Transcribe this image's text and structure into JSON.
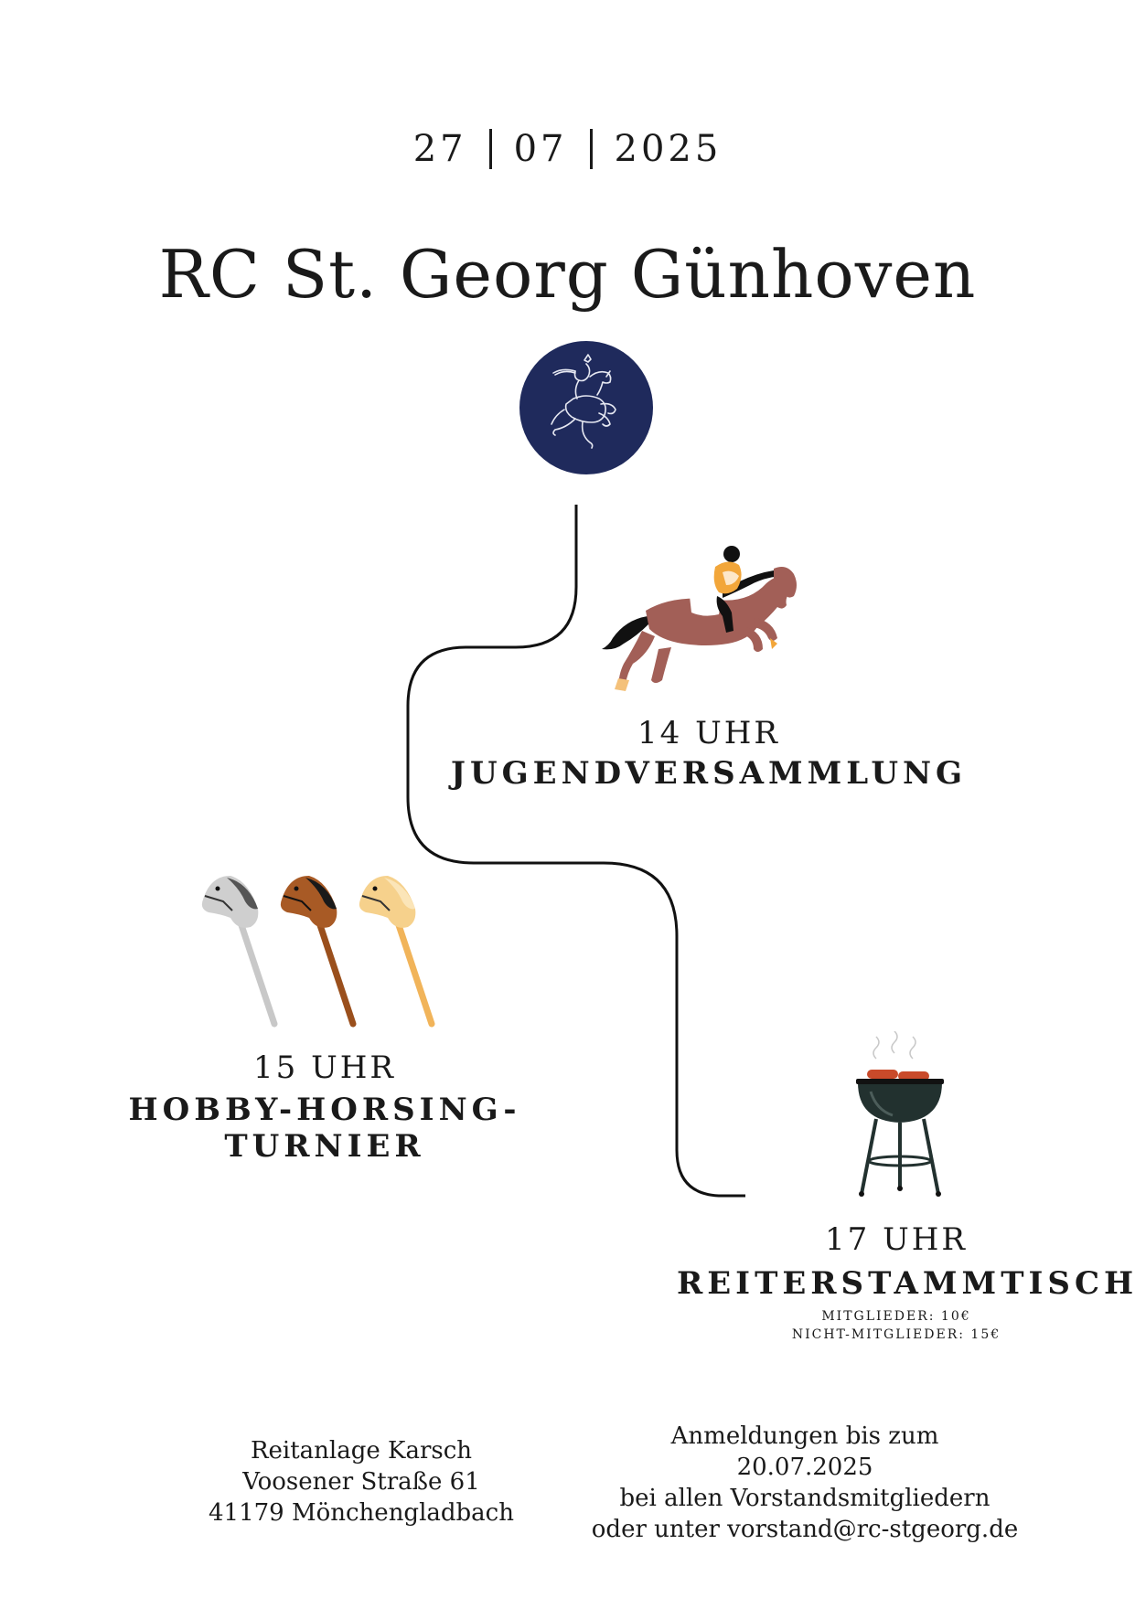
{
  "date": {
    "day": "27",
    "month": "07",
    "year": "2025"
  },
  "title": "RC St. Georg Günhoven",
  "logo_icon": "rearing-horse-knight-logo",
  "colors": {
    "logo_bg": "#1f2a5c",
    "text": "#1a1a1a",
    "horse_body": "#a25f57",
    "grill": "#22312f"
  },
  "events": [
    {
      "time": "14 UHR",
      "name": "JUGENDVERSAMMLUNG",
      "icon": "show-jumping-horse-icon"
    },
    {
      "time": "15 UHR",
      "name": "HOBBY-HORSING-TURNIER",
      "icon": "hobby-horses-icon"
    },
    {
      "time": "17 UHR",
      "name": "REITERSTAMMTISCH",
      "icon": "barbecue-grill-icon",
      "prices": [
        "MITGLIEDER: 10€",
        "NICHT-MITGLIEDER: 15€"
      ]
    }
  ],
  "address": {
    "line1": "Reitanlage Karsch",
    "line2": "Voosener Straße 61",
    "line3": "41179 Mönchengladbach"
  },
  "registration": {
    "line1": "Anmeldungen bis zum",
    "line2": "20.07.2025",
    "line3": "bei allen Vorstandsmitgliedern",
    "line4": "oder unter vorstand@rc-stgeorg.de"
  }
}
